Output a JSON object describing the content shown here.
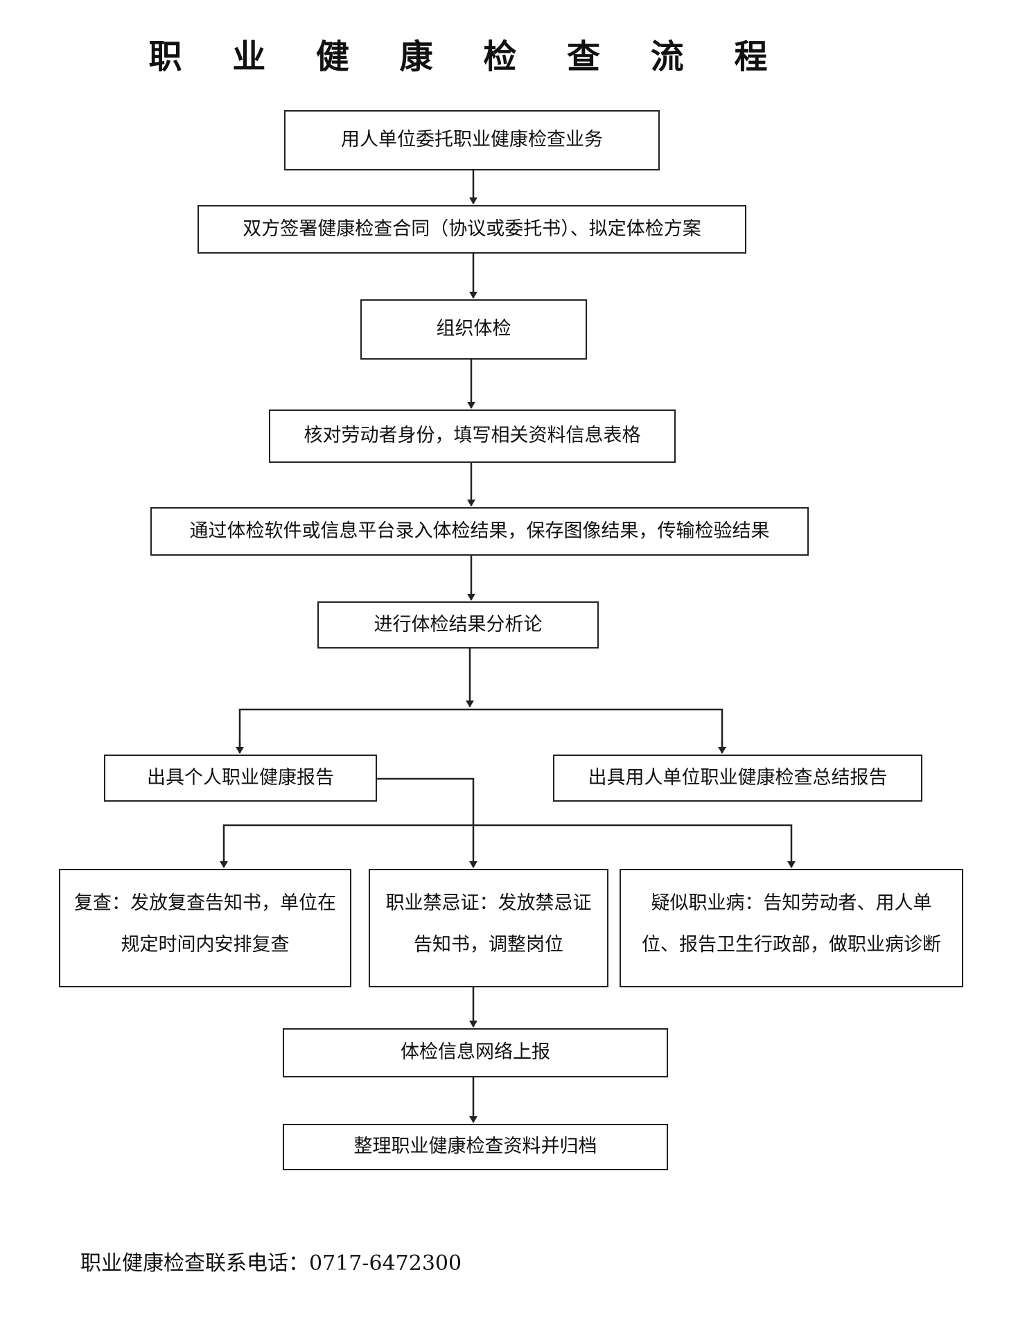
{
  "title": "职 业 健 康 检 查 流 程",
  "steps": {
    "s1": "用人单位委托职业健康检查业务",
    "s2": "双方签署健康检查合同（协议或委托书）、拟定体检方案",
    "s3": "组织体检",
    "s4": "核对劳动者身份，填写相关资料信息表格",
    "s5": "通过体检软件或信息平台录入体检结果，保存图像结果，传输检验结果",
    "s6": "进行体检结果分析论",
    "s7a": "出具个人职业健康报告",
    "s7b": "出具用人单位职业健康检查总结报告",
    "s8a": "复查：发放复查告知书，单位在规定时间内安排复查",
    "s8b": "职业禁忌证：发放禁忌证告知书，调整岗位",
    "s8c": "疑似职业病：告知劳动者、用人单位、报告卫生行政部，做职业病诊断",
    "s9": "体检信息网络上报",
    "s10": "整理职业健康检查资料并归档"
  },
  "footer": "职业健康检查联系电话：0717-6472300"
}
